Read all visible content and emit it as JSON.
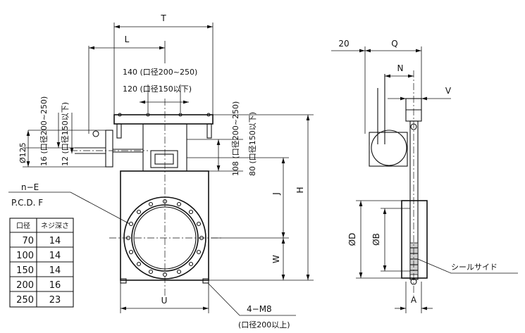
{
  "labels": {
    "T": "T",
    "L": "L",
    "size140": "140 (口径200~250)",
    "size120": "120 (口径150以下)",
    "dia125": "Ø125",
    "v16": "16 (口径200~250)",
    "v12": "12 (口径150以下)",
    "v108": "108 (口径200~250)",
    "v80": "80 (口径150以下)",
    "J": "J",
    "H": "H",
    "W": "W",
    "U": "U",
    "nE": "n−E",
    "pcd": "P.C.D. F",
    "m8": "4−M8",
    "m8note": "(口径200以上)",
    "d20": "20",
    "Q": "Q",
    "N": "N",
    "V": "V",
    "D": "ØD",
    "B": "ØB",
    "A": "A",
    "seal": "シールサイド"
  },
  "table": {
    "headers": [
      "口径",
      "ネジ深さ"
    ],
    "rows": [
      [
        "70",
        "14"
      ],
      [
        "100",
        "14"
      ],
      [
        "150",
        "14"
      ],
      [
        "200",
        "16"
      ],
      [
        "250",
        "23"
      ]
    ]
  }
}
